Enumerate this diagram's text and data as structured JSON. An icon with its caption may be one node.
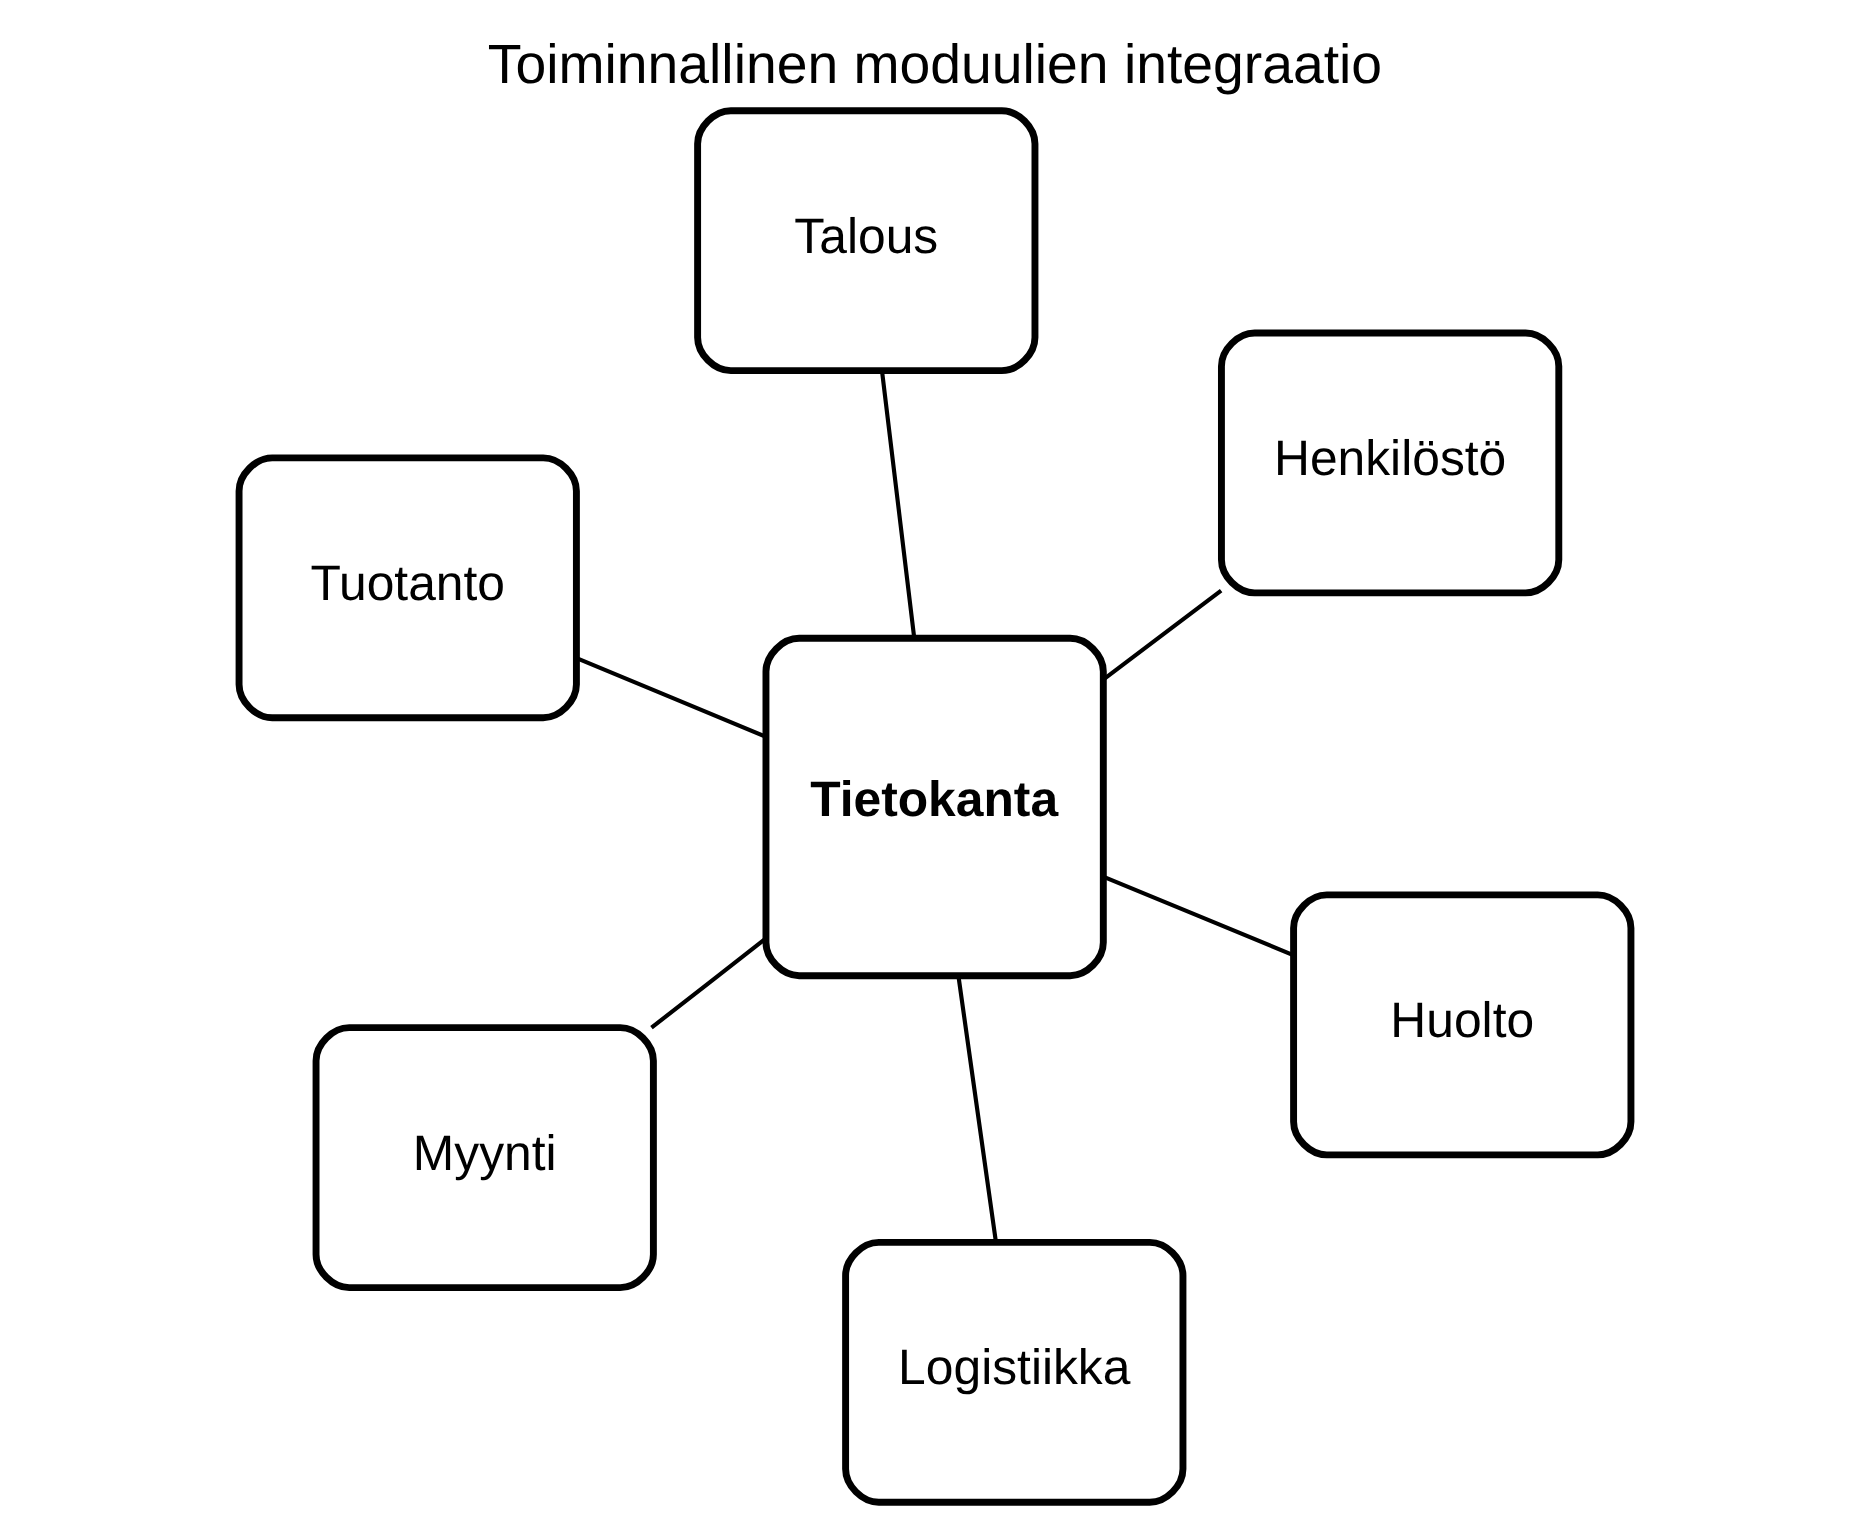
{
  "diagram": {
    "title": "Toiminnallinen moduulien integraatio",
    "nodes": [
      {
        "text": [
          "Tuotanto"
        ]
      },
      {
        "text": [
          "Huolto"
        ]
      },
      {
        "text": [
          "Logistiikka"
        ]
      },
      {
        "text": [
          "Tietokanta"
        ]
      },
      {
        "text": [
          "Henkilöstö"
        ]
      },
      {
        "text": [
          "Talous"
        ]
      },
      {
        "text": [
          "Myynti"
        ]
      }
    ],
    "edges": [
      {
        "from": 3,
        "to": 0,
        "arrow": "none"
      },
      {
        "from": 3,
        "to": 1,
        "arrow": "none"
      },
      {
        "from": 3,
        "to": 2,
        "arrow": "none"
      },
      {
        "from": 3,
        "to": 4,
        "arrow": "none"
      },
      {
        "from": 3,
        "to": 5,
        "arrow": "none"
      },
      {
        "from": 3,
        "to": 6,
        "arrow": "none"
      }
    ]
  }
}
